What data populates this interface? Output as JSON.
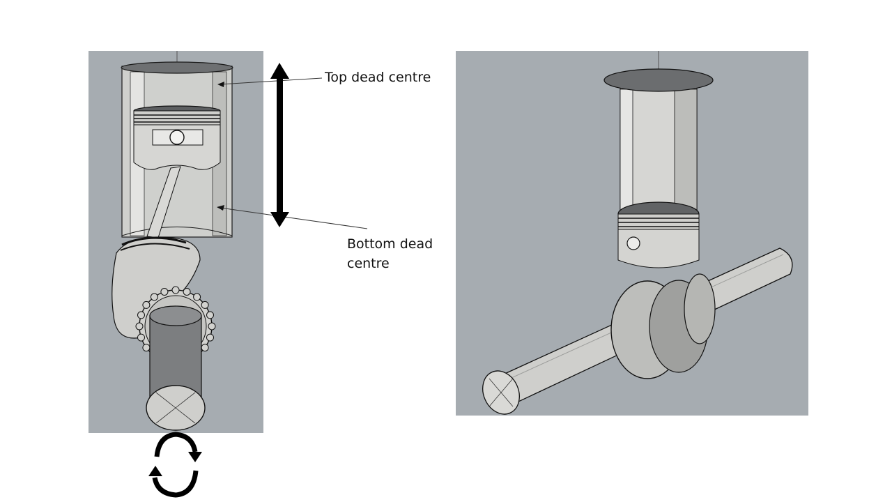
{
  "annotations": {
    "top_dead_centre": "Top dead centre",
    "bottom_dead_centre": "Bottom dead centre"
  },
  "icons": {
    "stroke_arrow": "double-headed-vertical-arrow",
    "rotation": "circular-rotation-arrows"
  },
  "colors": {
    "viewport_bg": "#a6acb1",
    "part_fill": "#d8d8d6",
    "part_dark": "#7d7f80",
    "outline": "#1a1a1a"
  }
}
